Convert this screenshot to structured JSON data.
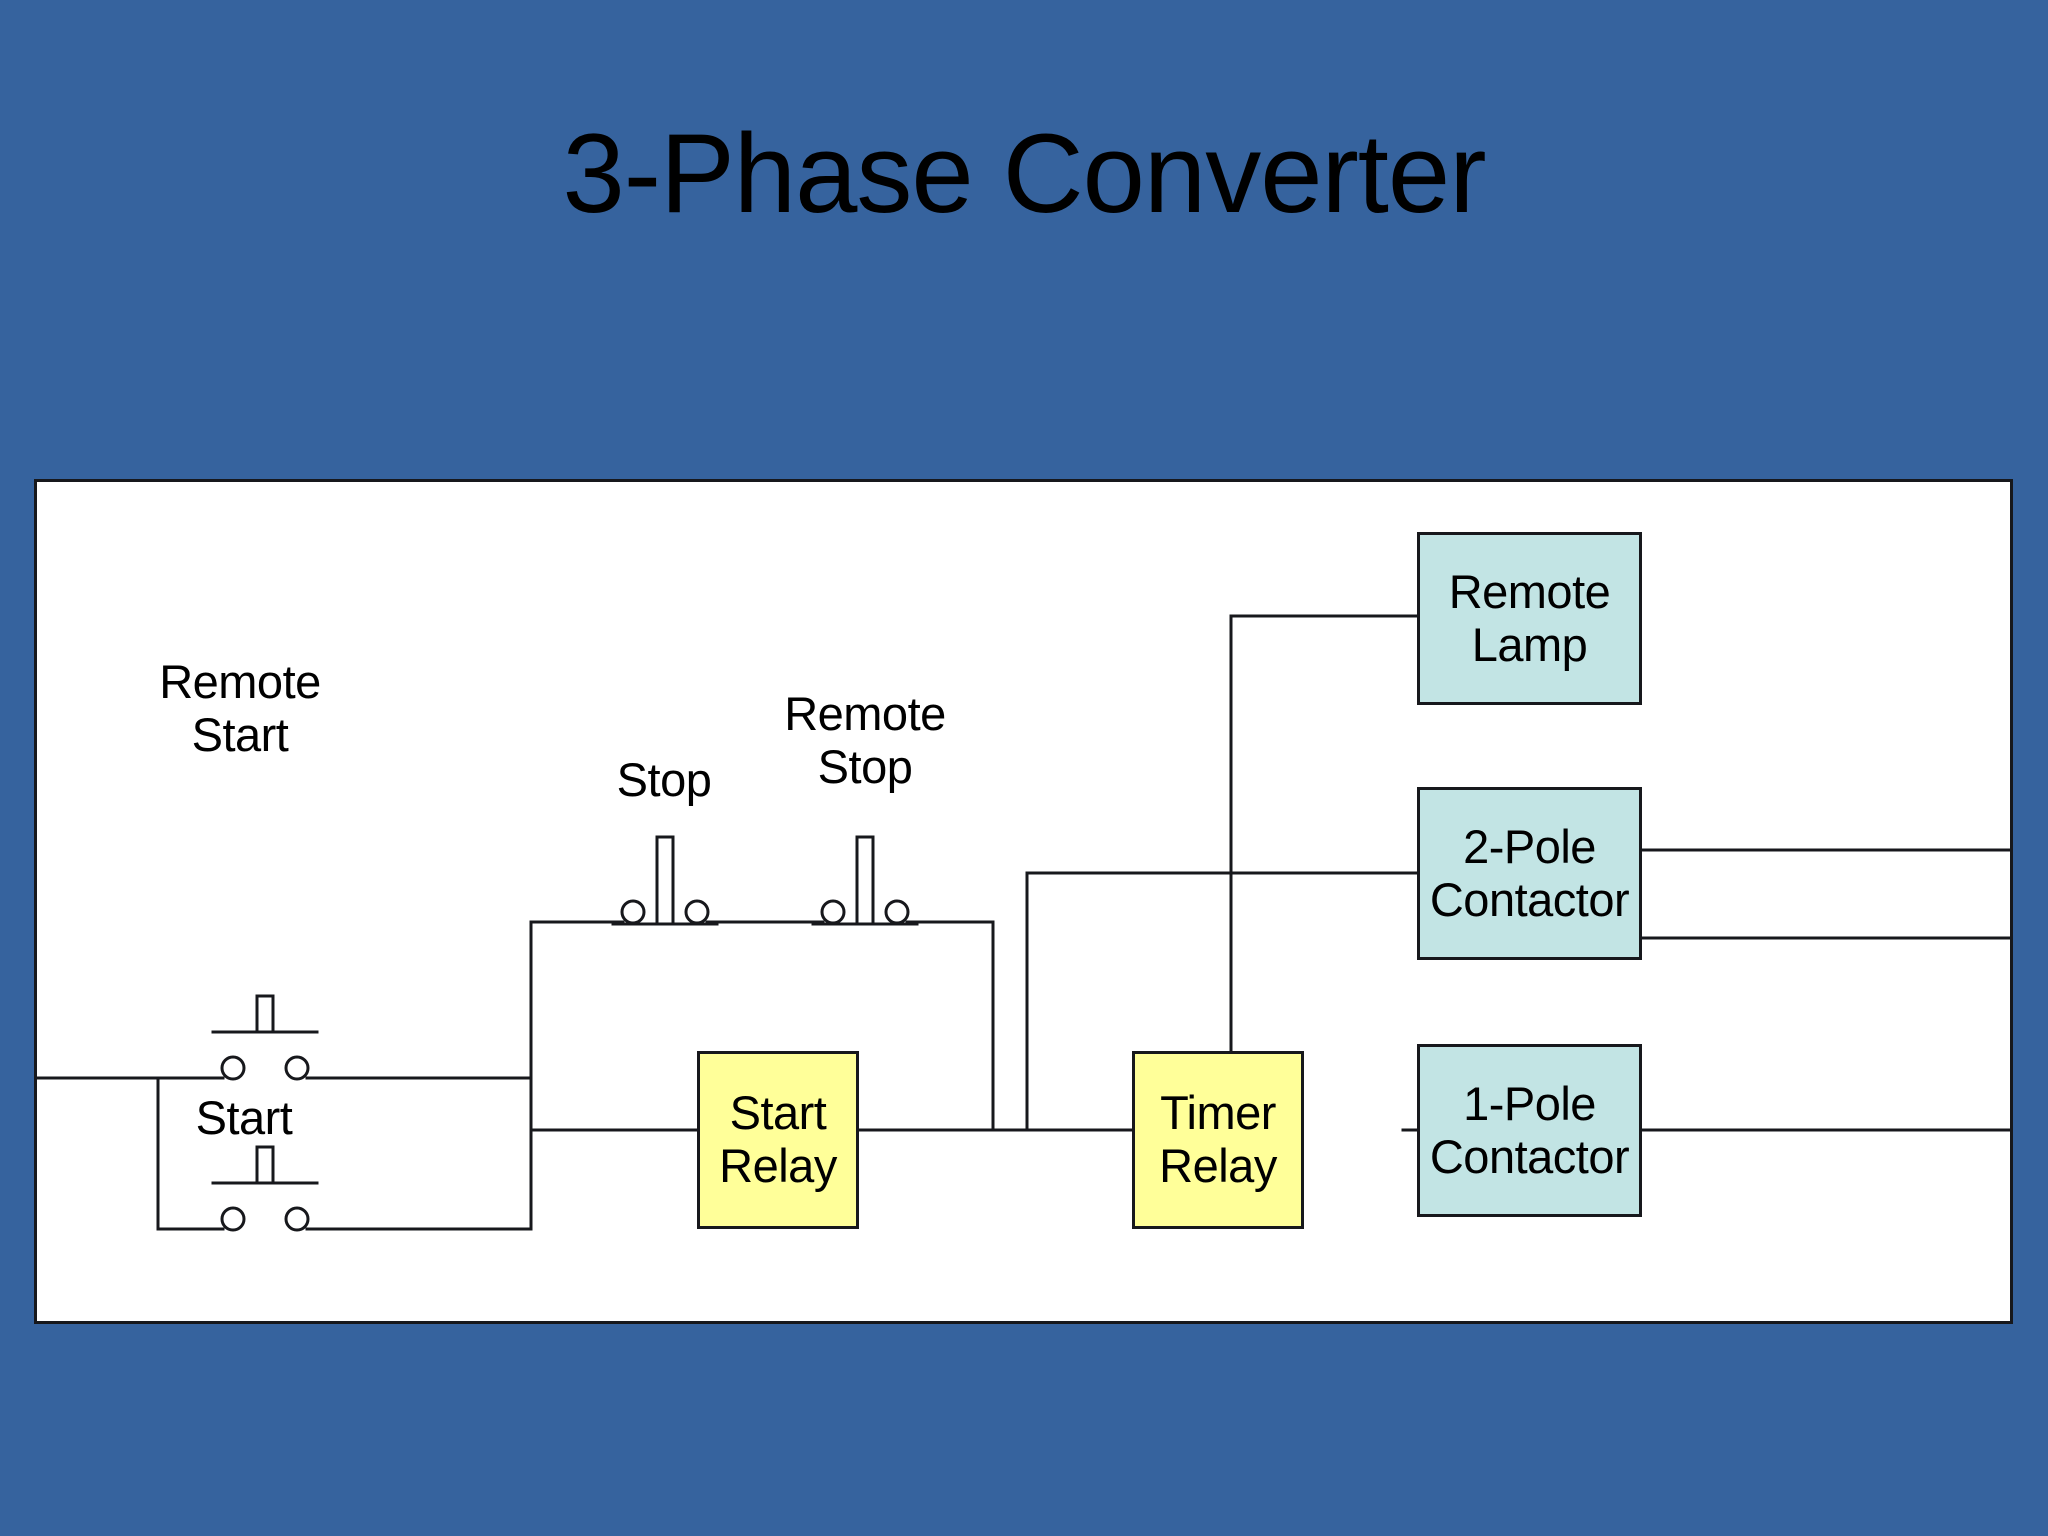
{
  "slide": {
    "title": "3-Phase Converter",
    "background_color": "#36639E",
    "panel_background": "#FFFFFF",
    "line_color": "#17181C"
  },
  "diagram": {
    "type": "schematic",
    "name": "3-phase converter control circuit",
    "switch_labels": [
      {
        "id": "remote-start",
        "line1": "Remote",
        "line2": "Start",
        "kind": "normally-open pushbutton"
      },
      {
        "id": "start",
        "line1": "Start",
        "line2": "",
        "kind": "normally-open pushbutton"
      },
      {
        "id": "stop",
        "line1": "Stop",
        "line2": "",
        "kind": "normally-closed pushbutton"
      },
      {
        "id": "remote-stop",
        "line1": "Remote",
        "line2": "Stop",
        "kind": "normally-closed pushbutton"
      }
    ],
    "blocks": [
      {
        "id": "start-relay",
        "line1": "Start",
        "line2": "Relay",
        "color": "#FFFF99"
      },
      {
        "id": "timer-relay",
        "line1": "Timer",
        "line2": "Relay",
        "color": "#FFFF99"
      },
      {
        "id": "remote-lamp",
        "line1": "Remote",
        "line2": "Lamp",
        "color": "#C2E4E4"
      },
      {
        "id": "two-pole-contactor",
        "line1": "2-Pole",
        "line2": "Contactor",
        "color": "#C2E4E4"
      },
      {
        "id": "one-pole-contactor",
        "line1": "1-Pole",
        "line2": "Contactor",
        "color": "#C2E4E4"
      }
    ]
  }
}
